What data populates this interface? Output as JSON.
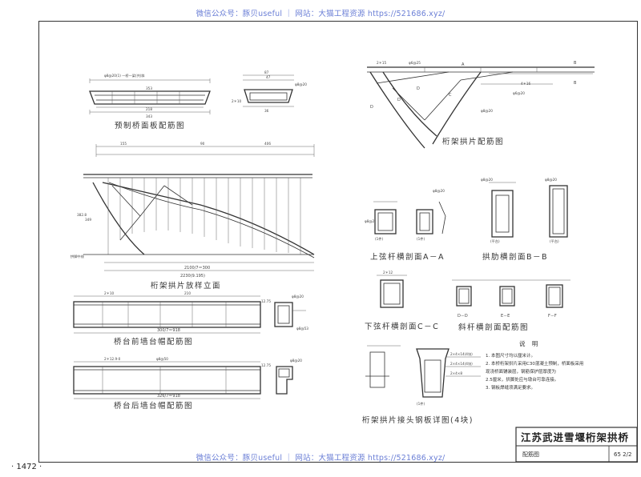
{
  "watermark": "微信公众号：豚贝useful ｜ 网站：大猫工程资源 https://521686.xyz/",
  "page_number": "· 1472 ·",
  "drawings": {
    "prefab_slab": "预制桥面板配筋图",
    "truss_elevation": "桁架拱片配筋图",
    "truss_layout": "桁架拱片放样立面",
    "section_aa": "上弦杆横剖面A－A",
    "section_bb": "拱肋横剖面B－B",
    "section_cc": "下弦杆横剖面C－C",
    "web_sections": "斜杆横剖面配筋图",
    "joint_detail": "桁架拱片接头钢板详图(4块)",
    "abutment_front": "桥台前墙台帽配筋图",
    "abutment_back": "桥台后墙台帽配筋图"
  },
  "labels": {
    "d_d": "D－D",
    "e_e": "E－E",
    "f_f": "F－F",
    "span_dim": "2100/7＝300",
    "total_dim": "2230(9.195)",
    "len_front": "300/7＝918",
    "len_back": "326/7＝918",
    "rebar_1": "2＊10",
    "rebar_2": "4＊16",
    "rebar_3": "φ6@20"
  },
  "notes": {
    "heading": "说    明",
    "lines": [
      "1. 本图尺寸均以厘米计。",
      "2. 本桥桁架拱片采用C30混凝土预制，桥面板采用",
      "   现浇桥面铺装层，钢筋保护层厚度为",
      "   2.5厘米，拱脚处应与墩台可靠连接。",
      "3. 钢板焊缝须满足要求。"
    ]
  },
  "title_block": {
    "title": "江苏武进雪堰桁架拱桥",
    "subtitle": "配筋图",
    "sheet": "65 2/2"
  }
}
